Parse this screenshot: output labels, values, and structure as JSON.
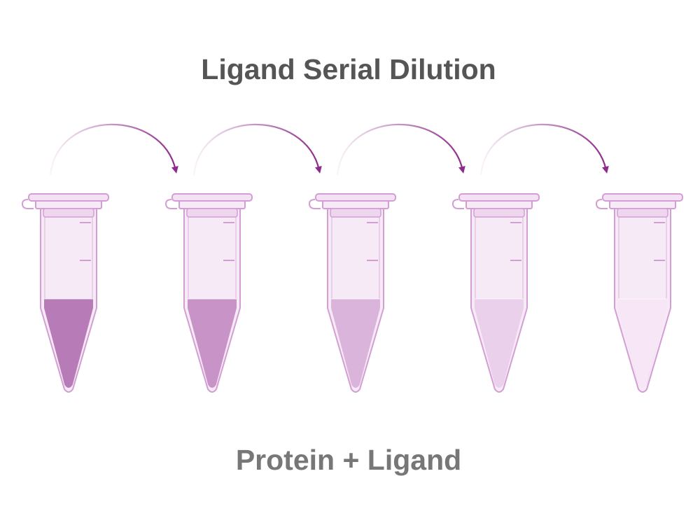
{
  "title": "Ligand Serial Dilution",
  "footer_label": "Protein + Ligand",
  "colors": {
    "title_text": "#555555",
    "footer_text": "#777777",
    "tube_outline": "#d49ed4",
    "tube_body": "#f7eaf7",
    "arrow": "#8e2a8a"
  },
  "tubes": [
    {
      "name": "tube-1",
      "fill_color": "#b77bb7",
      "fill_level": 0.45
    },
    {
      "name": "tube-2",
      "fill_color": "#c894c8",
      "fill_level": 0.45
    },
    {
      "name": "tube-3",
      "fill_color": "#dbb4db",
      "fill_level": 0.45
    },
    {
      "name": "tube-4",
      "fill_color": "#ead0ea",
      "fill_level": 0.45
    },
    {
      "name": "tube-5",
      "fill_color": "#f6e6f6",
      "fill_level": 0.45
    }
  ],
  "transfers": [
    {
      "from": 1,
      "to": 2
    },
    {
      "from": 2,
      "to": 3
    },
    {
      "from": 3,
      "to": 4
    },
    {
      "from": 4,
      "to": 5
    }
  ]
}
